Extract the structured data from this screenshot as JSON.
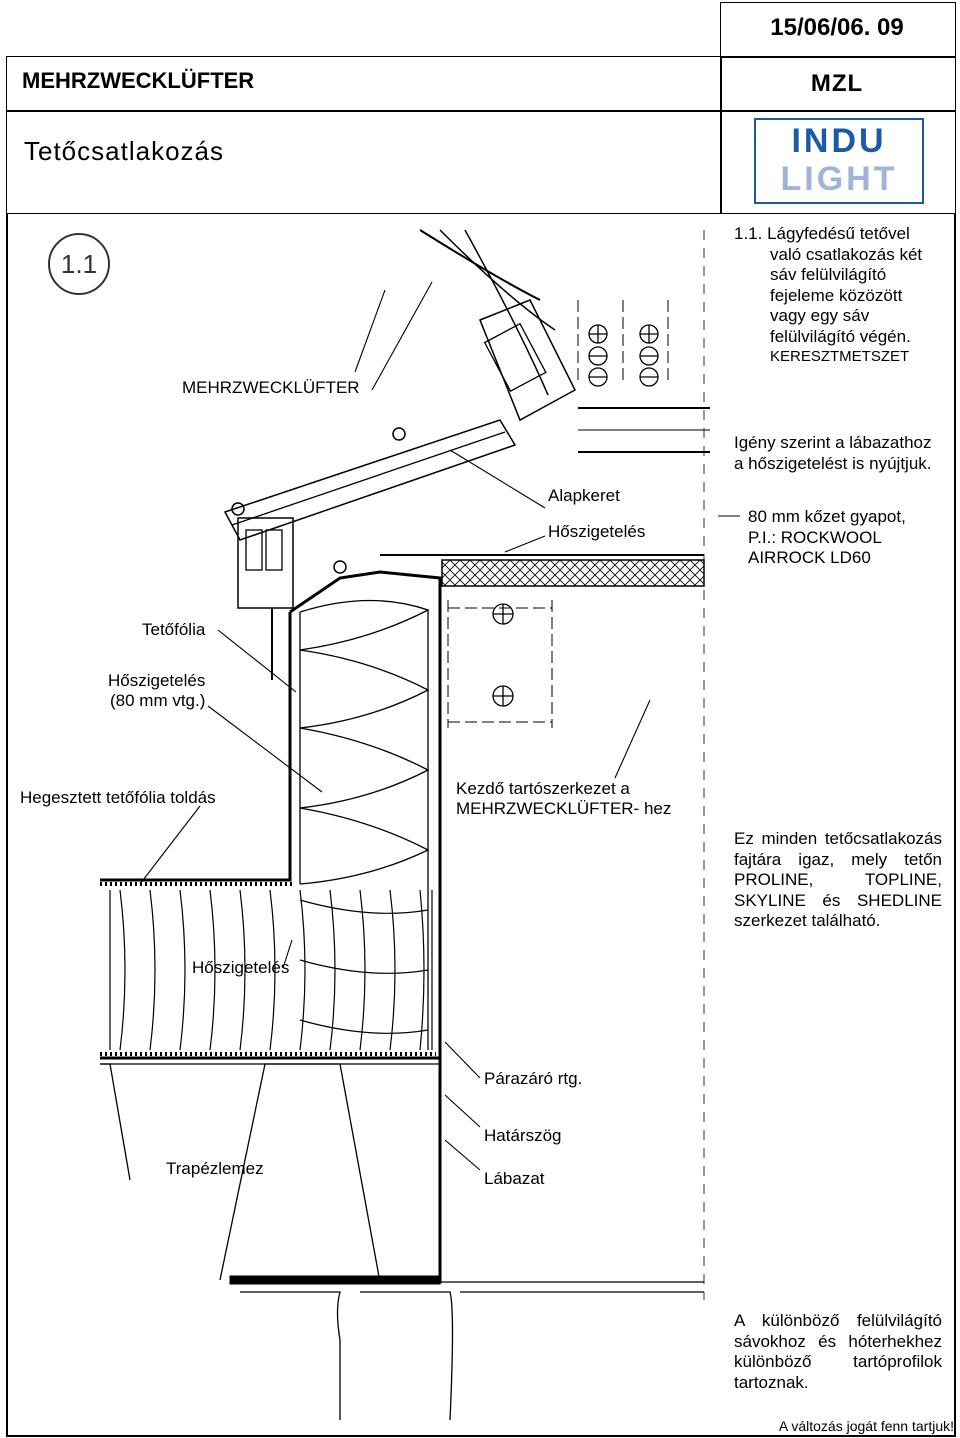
{
  "header": {
    "product": "MEHRZWECKLÜFTER",
    "subject": "Tetőcsatlakozás",
    "date_code": "15/06/06. 09",
    "model_code": "MZL",
    "logo": {
      "line1": "INDU",
      "line2": "LIGHT",
      "colors": {
        "primary": "#1a5aa6",
        "secondary": "#9fb4d6"
      }
    }
  },
  "drawing": {
    "badge": "1.1",
    "labels": {
      "mehrzweck": "MEHRZWECKLÜFTER",
      "alapkeret": "Alapkeret",
      "hoszig_top": "Hőszigetelés",
      "tetofolia": "Tetőfólia",
      "hoszig_80_l1": "Hőszigetelés",
      "hoszig_80_l2": "(80 mm vtg.)",
      "hegesztett": "Hegesztett tetőfólia toldás",
      "kezdo_l1": "Kezdő tartószerkezet a",
      "kezdo_l2": "MEHRZWECKLÜFTER- hez",
      "hoszig_bottom": "Hőszigetelés",
      "parazaro": "Párazáró rtg.",
      "hatarszog": "Határszög",
      "labazat": "Lábazat",
      "trapezlemez": "Trapézlemez"
    }
  },
  "notes": {
    "n1_lines": [
      "1.1. Lágyfedésű tetővel",
      "való csatlakozás két",
      "sáv felülvilágító",
      "fejeleme közözött",
      "vagy egy sáv",
      "felülvilágító végén."
    ],
    "n1_section": "KERESZTMETSZET",
    "n2_l1": "Igény szerint a lábazathoz",
    "n2_l2": "a hőszigetelést is nyújtjuk.",
    "n3_l1": "80 mm kőzet gyapot,",
    "n3_l2": "P.I.: ROCKWOOL",
    "n3_l3": "AIRROCK LD60",
    "n4": "Ez minden tetőcsatlakozás fajtára igaz, mely tetőn PROLINE, TOPLINE, SKYLINE és SHEDLINE szerkezet található.",
    "n5": "A különböző felülvilágító sávokhoz és hóterhekhez különböző tartóprofilok tartoznak."
  },
  "footer": {
    "disclaimer": "A változás jogát fenn tartjuk!"
  }
}
